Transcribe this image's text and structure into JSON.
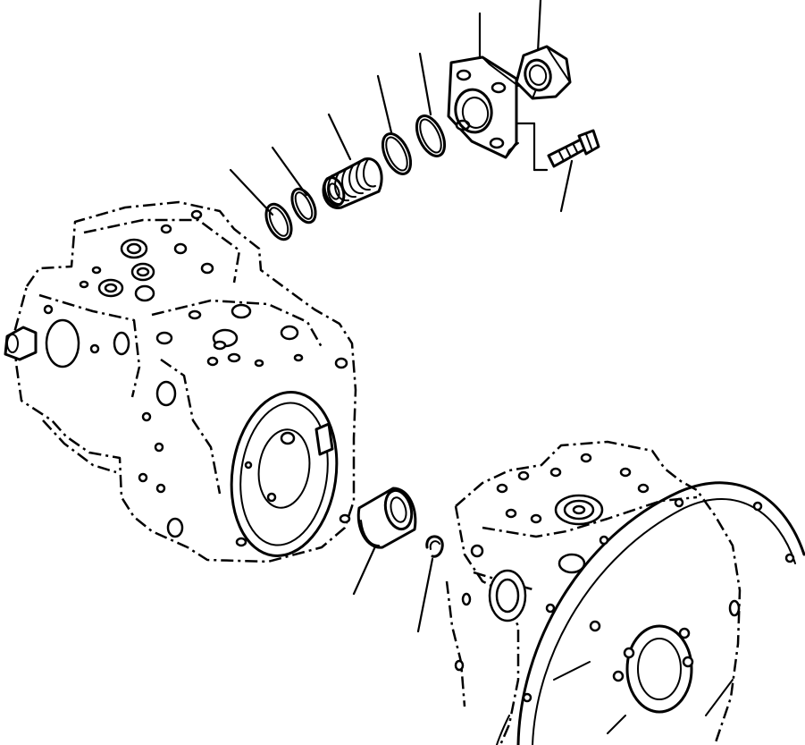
{
  "diagram": {
    "kind": "exploded-parts-view",
    "line_color": "#000000",
    "background": "#ffffff",
    "parts": [
      {
        "id": "o-ring-small-1"
      },
      {
        "id": "o-ring-small-2"
      },
      {
        "id": "coil-spring"
      },
      {
        "id": "o-ring-medium-1"
      },
      {
        "id": "o-ring-medium-2"
      },
      {
        "id": "flange-plate"
      },
      {
        "id": "hex-nut"
      },
      {
        "id": "bolt"
      },
      {
        "id": "spline-coupling"
      },
      {
        "id": "snap-ring"
      },
      {
        "id": "hydraulic-pump-assembly"
      },
      {
        "id": "pump-housing-flywheel"
      }
    ]
  }
}
